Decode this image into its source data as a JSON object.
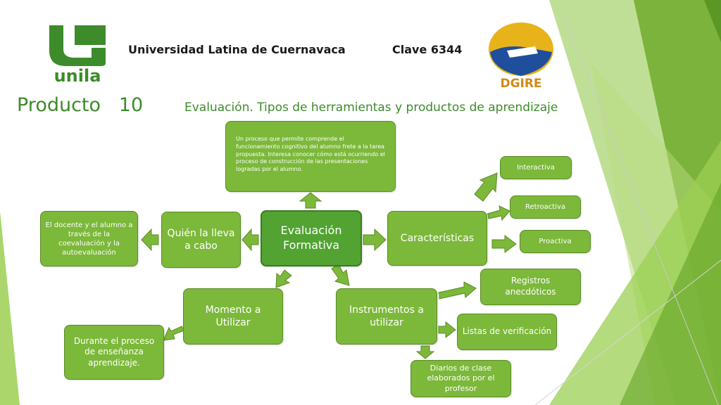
{
  "header": {
    "university": "Universidad Latina de Cuernavaca",
    "clave": "Clave 6344",
    "logo_left_text": "unila",
    "logo_right_text": "DGIRE"
  },
  "title": "Producto   10",
  "subtitle": "Evaluación. Tipos de herramientas y productos de aprendizaje",
  "nodes": {
    "center": "Evaluación Formativa",
    "definition": "Un proceso que permite comprende el funcionamiento cognitivo del alumno frete a la tarea propuesta. Interesa conocer cómo está ocurriendo el proceso de construcción de las presentaciones logradas por el alumno.",
    "who": "Quién la lleva a cabo",
    "who_answer": "El docente y el alumno a través de la coevaluación y la autoevaluación",
    "characteristics": "Características",
    "interactiva": "Interactiva",
    "retroactiva": "Retroactiva",
    "proactiva": "Proactiva",
    "moment": "Momento a Utilizar",
    "moment_answer": "Durante el proceso de enseñanza aprendizaje.",
    "instruments": "Instrumentos a utilizar",
    "registros": "Registros anecdóticos",
    "listas": "Listas de verificación",
    "diarios": "Diarios de clase elaborados por el profesor"
  },
  "colors": {
    "node_fill": "#7cb83a",
    "center_fill": "#52a332",
    "title_green": "#3d8b2a",
    "arrow_fill": "#7cb83a"
  }
}
